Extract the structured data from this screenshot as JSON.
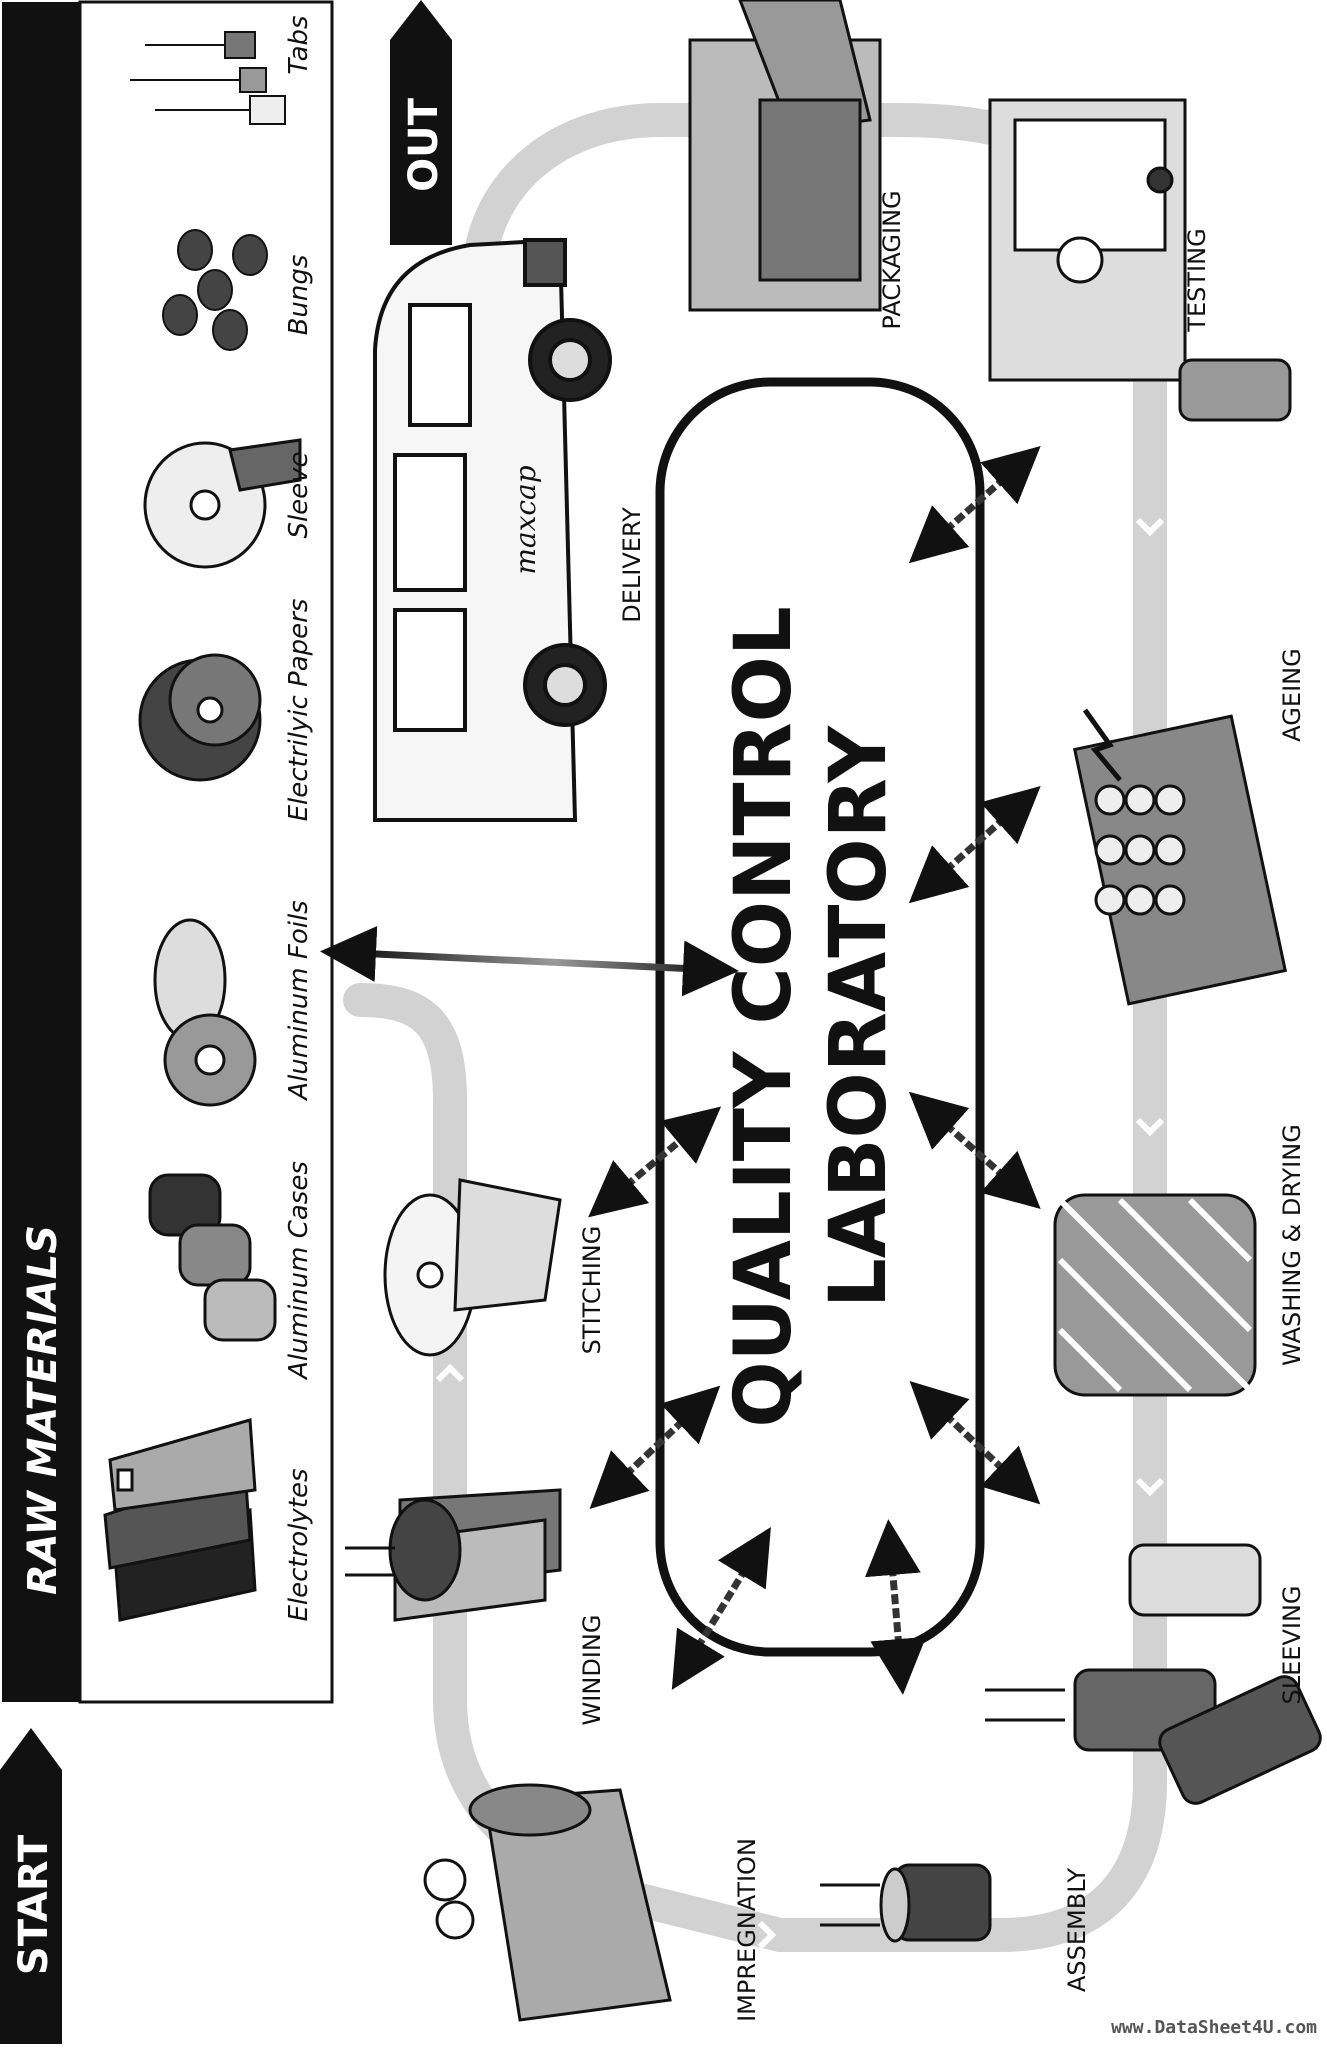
{
  "raw_materials": {
    "title": "RAW MATERIALS",
    "items": [
      {
        "label": "Electrolytes"
      },
      {
        "label": "Aluminum Cases"
      },
      {
        "label": "Aluminum Foils"
      },
      {
        "label": "Electrilyic Papers"
      },
      {
        "label": "Sleeve"
      },
      {
        "label": "Bungs"
      },
      {
        "label": "Tabs"
      }
    ]
  },
  "flow": {
    "start_label": "START",
    "out_label": "OUT",
    "steps": [
      {
        "label": "WINDING"
      },
      {
        "label": "STITCHING"
      },
      {
        "label": "IMPREGNATION"
      },
      {
        "label": "ASSEMBLY"
      },
      {
        "label": "SLEEVING"
      },
      {
        "label": "WASHING & DRYING"
      },
      {
        "label": "AGEING"
      },
      {
        "label": "TESTING"
      },
      {
        "label": "PACKAGING"
      },
      {
        "label": "DELIVERY"
      }
    ]
  },
  "lab": {
    "line1": "QUALITY CONTROL",
    "line2": "LABORATORY"
  },
  "van_brand": "maxcap",
  "watermark": "www.DataSheet4U.com",
  "colors": {
    "ink": "#111111",
    "track": "#cfcfcf",
    "paper": "#ffffff"
  }
}
